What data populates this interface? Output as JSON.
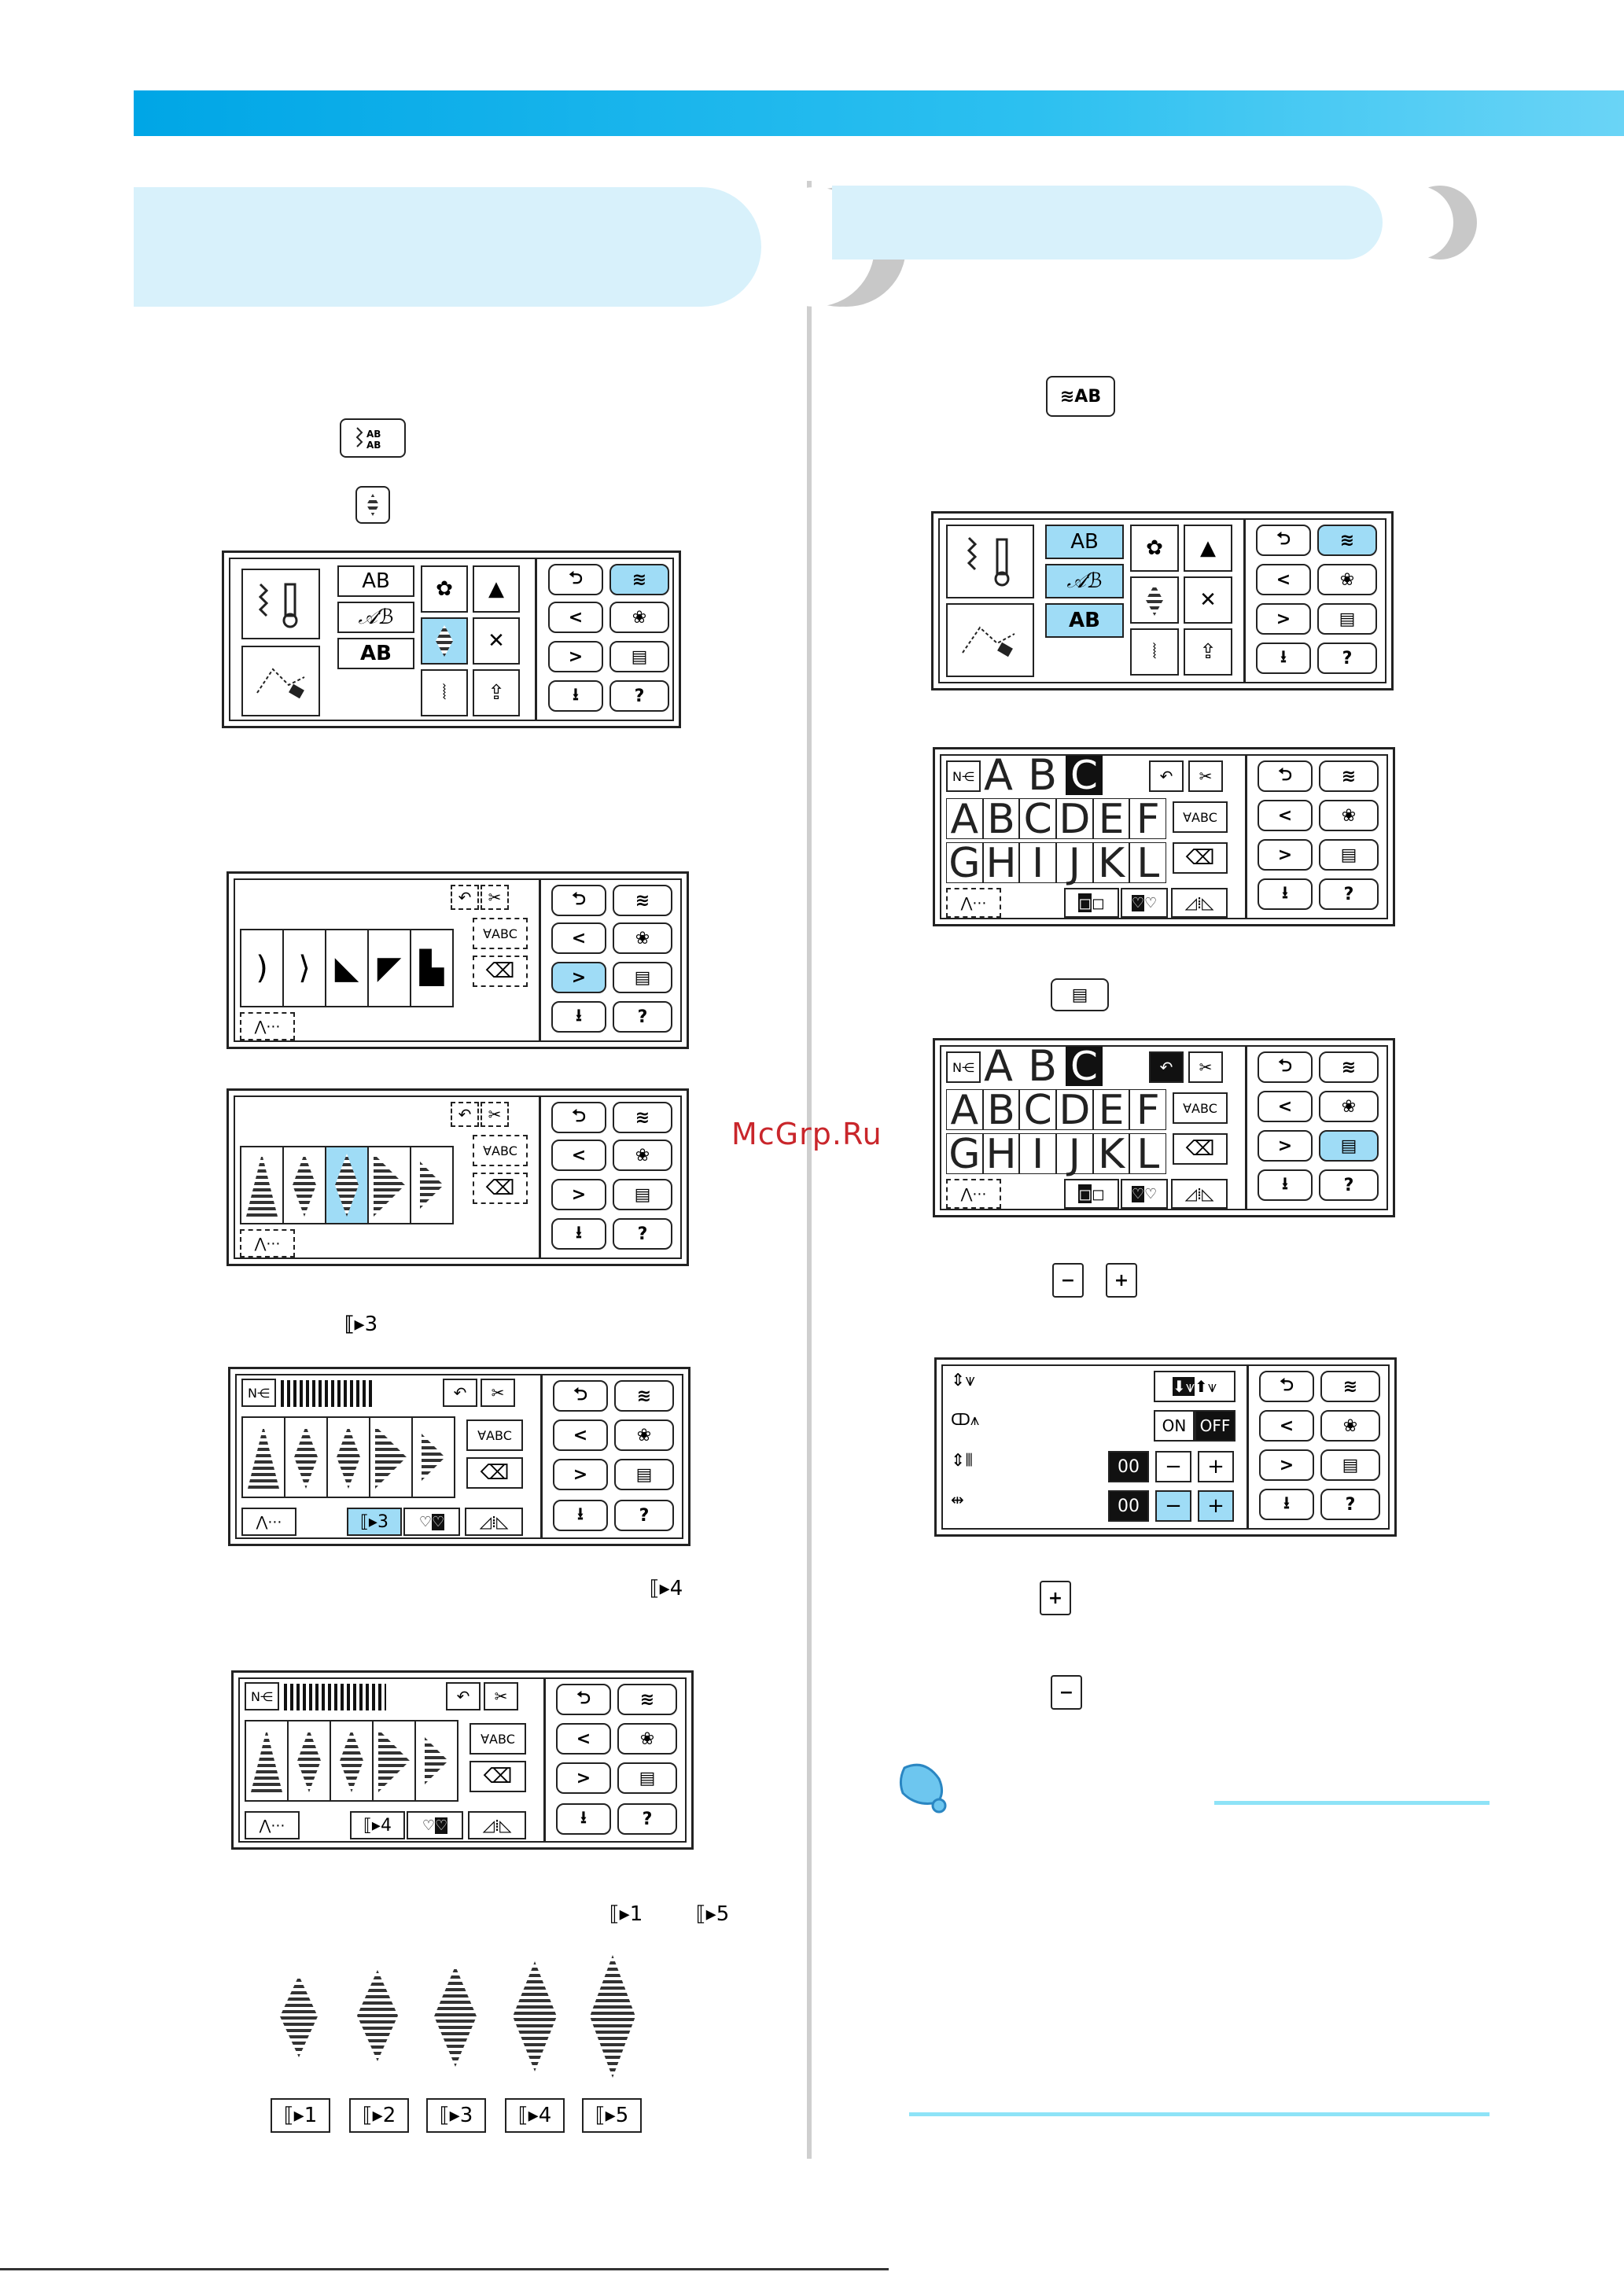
{
  "watermark": "McGrp.Ru",
  "left": {
    "lcd_keys": {
      "back": "⮌",
      "prev": "<",
      "next": ">",
      "save": "⭳"
    },
    "stitch_cells": {
      "ab1": "AB",
      "ab2": "𝒜ℬ",
      "ab3": "AB"
    },
    "lcd_labels": {
      "vabc": "∀ABC",
      "size3": "3",
      "size4": "4"
    },
    "size_buttons": [
      "1",
      "2",
      "3",
      "4",
      "5"
    ],
    "inline_size_labels": {
      "d3": "3",
      "d4": "4",
      "d1": "1",
      "d5": "5"
    }
  },
  "right": {
    "letters_row1": [
      "A",
      "B",
      "C"
    ],
    "letters_row2": [
      "A",
      "B",
      "C",
      "D",
      "E",
      "F"
    ],
    "letters_row3": [
      "G",
      "H",
      "I",
      "J",
      "K",
      "L"
    ],
    "vabc": "∀ABC",
    "settings": {
      "on": "ON",
      "off": "OFF",
      "val1": "00",
      "val2": "00",
      "minus": "−",
      "plus": "+"
    },
    "inline_minus": "−",
    "inline_plus": "+"
  }
}
